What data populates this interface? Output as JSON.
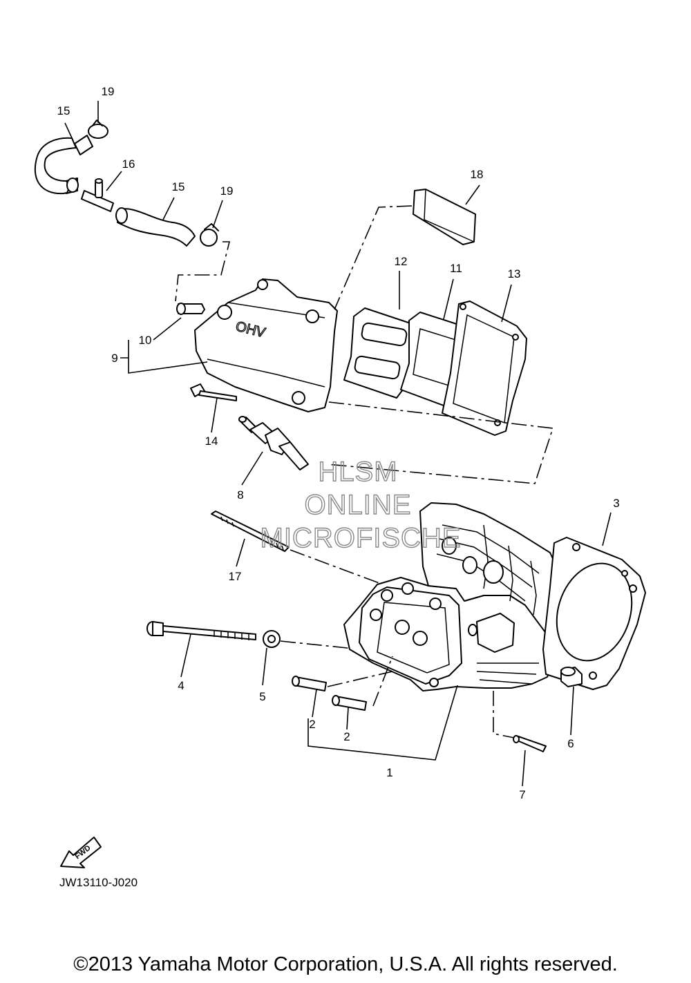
{
  "callouts": {
    "c1": "1",
    "c2a": "2",
    "c2b": "2",
    "c3": "3",
    "c4": "4",
    "c5": "5",
    "c6": "6",
    "c7": "7",
    "c8": "8",
    "c9": "9",
    "c10": "10",
    "c11": "11",
    "c12": "12",
    "c13": "13",
    "c14": "14",
    "c15a": "15",
    "c15b": "15",
    "c16": "16",
    "c17": "17",
    "c18": "18",
    "c19a": "19",
    "c19b": "19"
  },
  "watermark": {
    "line1": "HLSM",
    "line2": "ONLINE",
    "line3": "MICROFISCHE"
  },
  "cover_emboss": "OHV",
  "fwd_label": "FWD",
  "diagram_code": "JW13110-J020",
  "copyright": "©2013 Yamaha Motor Corporation, U.S.A. All rights reserved."
}
